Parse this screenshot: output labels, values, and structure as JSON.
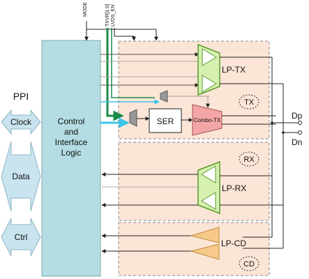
{
  "ppi": {
    "title": "PPI",
    "clock": "Clock",
    "data": "Data",
    "ctrl": "Ctrl"
  },
  "control_logic": [
    "Control",
    "and",
    "Interface",
    "Logic"
  ],
  "top_signals": {
    "mode": "MODE",
    "lvds_en": "LVDS_EN",
    "txvr": "TXVR[1:0]"
  },
  "blocks": {
    "lp_tx": "LP-TX",
    "ser": "SER",
    "combo_tx": "Combo-TX",
    "lp_rx": "LP-RX",
    "lp_cd": "LP-CD"
  },
  "tags": {
    "tx": "TX",
    "rx": "RX",
    "cd": "CD"
  },
  "pins": {
    "dp": "Dp",
    "dn": "Dn"
  },
  "colors": {
    "logic_fill": "#b3dde2",
    "region_fill": "#fbe5d6",
    "lp_green": "#d6f0b0",
    "lp_green_stroke": "#5a9a2a",
    "combo_fill": "#f4a6a6",
    "cd_fill": "#f7c98a",
    "ppi_arrow": "#c9e3ef",
    "cyan": "#3cc4ea",
    "green_bus": "#1a8a4a"
  }
}
